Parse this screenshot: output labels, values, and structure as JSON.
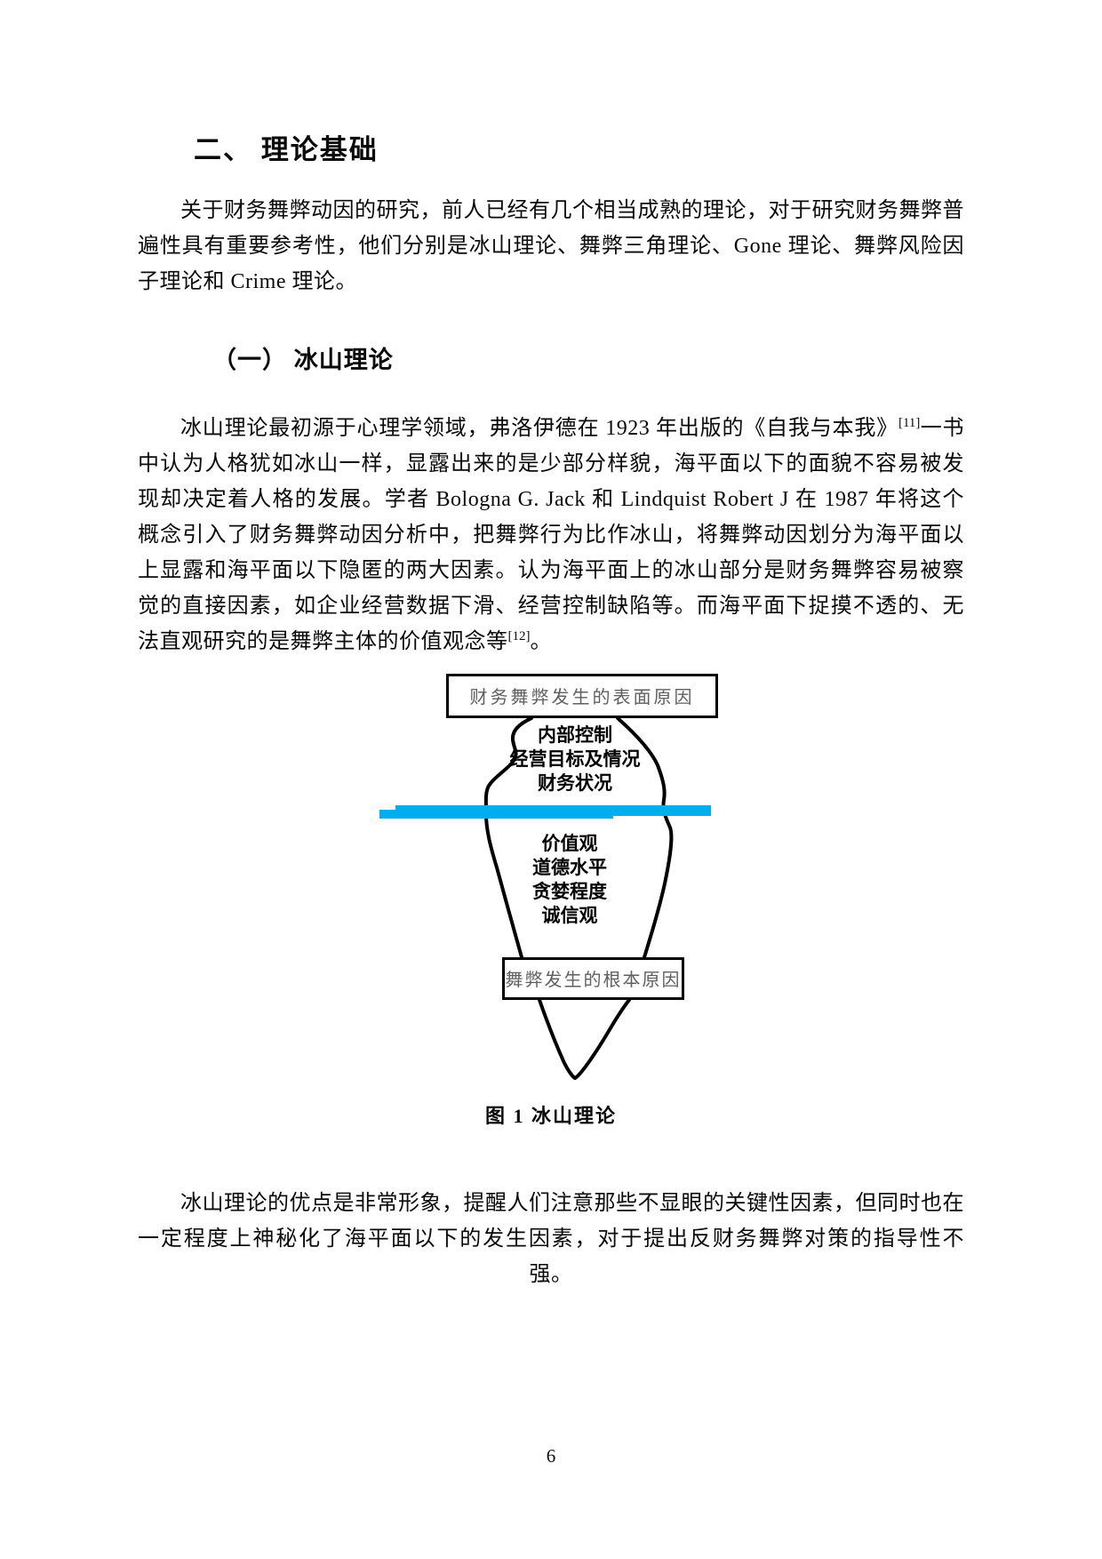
{
  "colors": {
    "water_line": "#00AEEF",
    "box_text": "#5f5f5f",
    "body_text": "#0a0a0a"
  },
  "headings": {
    "section": "二、 理论基础",
    "subsection": "（一） 冰山理论"
  },
  "paragraphs": {
    "intro": "关于财务舞弊动因的研究，前人已经有几个相当成熟的理论，对于研究财务舞弊普遍性具有重要参考性，他们分别是冰山理论、舞弊三角理论、Gone 理论、舞弊风险因子理论和 Crime 理论。",
    "iceberg_segments": [
      {
        "text": "冰山理论最初源于心理学领域，弗洛伊德在 1923 年出版的《自我与本我》"
      },
      {
        "sup": "[11]"
      },
      {
        "text": "一书中认为人格犹如冰山一样，显露出来的是少部分样貌，海平面以下的面貌不容易被发现却决定着人格的发展。学者 Bologna G. Jack 和 Lindquist Robert J 在 1987 年将这个概念引入了财务舞弊动因分析中，把舞弊行为比作冰山，将舞弊动因划分为海平面以上显露和海平面以下隐匿的两大因素。认为海平面上的冰山部分是财务舞弊容易被察觉的直接因素，如企业经营数据下滑、经营控制缺陷等。而海平面下捉摸不透的、无法直观研究的是舞弊主体的价值观念等"
      },
      {
        "sup": "[12]"
      },
      {
        "text": "。"
      }
    ],
    "evaluation": "冰山理论的优点是非常形象，提醒人们注意那些不显眼的关键性因素，但同时也在一定程度上神秘化了海平面以下的发生因素，对于提出反财务舞弊对策的指导性不强。"
  },
  "figure": {
    "surface_box_label": "财务舞弊发生的表面原因",
    "above_water_labels": [
      "内部控制",
      "经营目标及情况",
      "财务状况"
    ],
    "below_water_labels": [
      "价值观",
      "道德水平",
      "贪婪程度",
      "诚信观"
    ],
    "root_box_label": "舞弊发生的根本原因",
    "caption": "图 1 冰山理论"
  },
  "footer": {
    "page_number": "6"
  }
}
